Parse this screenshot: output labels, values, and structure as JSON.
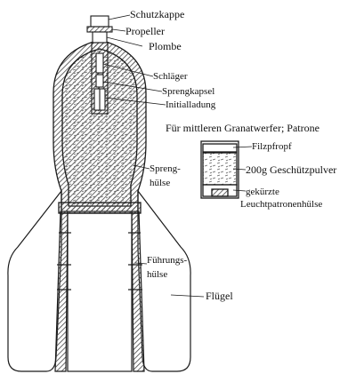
{
  "labels": {
    "schutzkappe": "Schutzkappe",
    "propeller": "Propeller",
    "plombe": "Plombe",
    "schlaeger": "Schläger",
    "sprengkapsel": "Sprengkapsel",
    "initialladung": "Initialladung",
    "patrone_title": "Für mittleren Granatwerfer; Patrone",
    "filzpfropf": "Filzpfropf",
    "geschuetzpulver": "200g Geschützpulver",
    "gekuerzte": "gekürzte",
    "leuchtpatronenhuelse": "Leuchtpatronenhülse",
    "spreng": "Spreng-",
    "huelse_1": "hülse",
    "fuehrungs": "Führungs-",
    "huelse_2": "hülse",
    "fluegel": "Flügel"
  },
  "colors": {
    "ink": "#1a1a1a",
    "paper": "#ffffff",
    "hatch": "#555555"
  }
}
